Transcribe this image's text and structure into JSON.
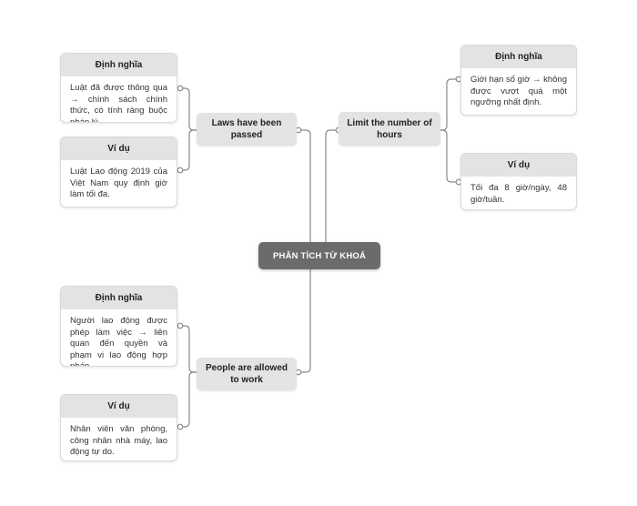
{
  "root": {
    "label": "PHÂN TÍCH TỪ KHOÁ"
  },
  "branches": [
    {
      "label": "Laws have been passed",
      "definition": {
        "title": "Định nghĩa",
        "text": "Luật đã được thông qua → chính sách chính thức, có tính ràng buộc pháp lý.."
      },
      "example": {
        "title": "Ví dụ",
        "text": "Luật Lao động 2019 của Việt Nam quy định giờ làm tối đa."
      }
    },
    {
      "label": "Limit the number of hours",
      "definition": {
        "title": "Định nghĩa",
        "text": "Giới hạn số giờ → không được vượt quá một ngưỡng nhất định."
      },
      "example": {
        "title": "Ví dụ",
        "text": "Tối đa 8 giờ/ngày, 48 giờ/tuần."
      }
    },
    {
      "label": "People are allowed to work",
      "definition": {
        "title": "Định nghĩa",
        "text": "Người lao động được phép làm việc → liên quan đến quyền và phạm vi lao động hợp pháp."
      },
      "example": {
        "title": "Ví dụ",
        "text": "Nhân viên văn phòng, công nhân nhà máy, lao động tự do."
      }
    }
  ],
  "colors": {
    "line": "#8a8a8a",
    "root_bg": "#6b6b6b",
    "node_bg": "#e3e3e3"
  }
}
